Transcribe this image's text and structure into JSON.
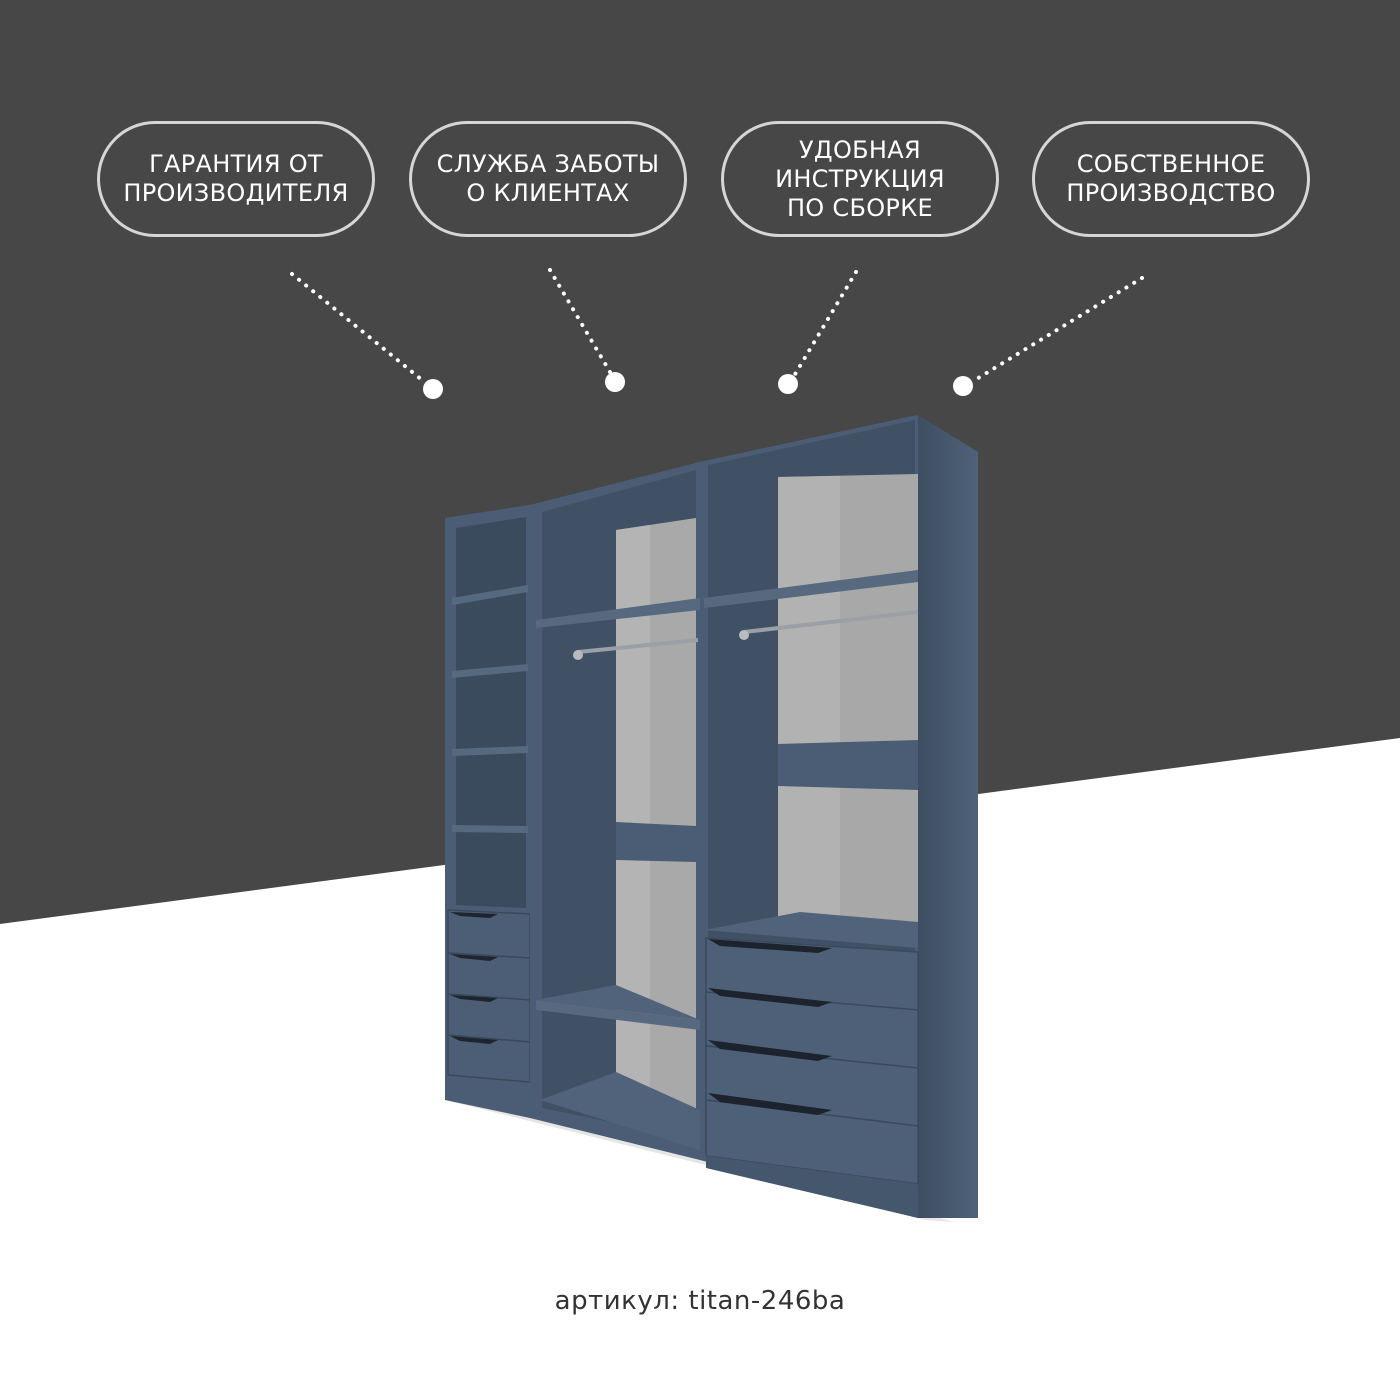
{
  "colors": {
    "background_dark": "#474747",
    "background_light": "#ffffff",
    "pill_border": "#d6d6d6",
    "pill_text": "#ffffff",
    "wardrobe_body": "#4a5d74",
    "wardrobe_side": "#3f5066",
    "wardrobe_inner_back": "#a8a8a8"
  },
  "features": [
    {
      "label": "ГАРАНТИЯ ОТ\nПРОИЗВОДИТЕЛЯ"
    },
    {
      "label": "СЛУЖБА ЗАБОТЫ\nО КЛИЕНТАХ"
    },
    {
      "label": "УДОБНАЯ\nИНСТРУКЦИЯ\nПО СБОРКЕ"
    },
    {
      "label": "СОБСТВЕННОЕ\nПРОИЗВОДСТВО"
    }
  ],
  "product": {
    "image": "open-wardrobe-illustration",
    "sku_label": "артикул: titan-246ba"
  }
}
